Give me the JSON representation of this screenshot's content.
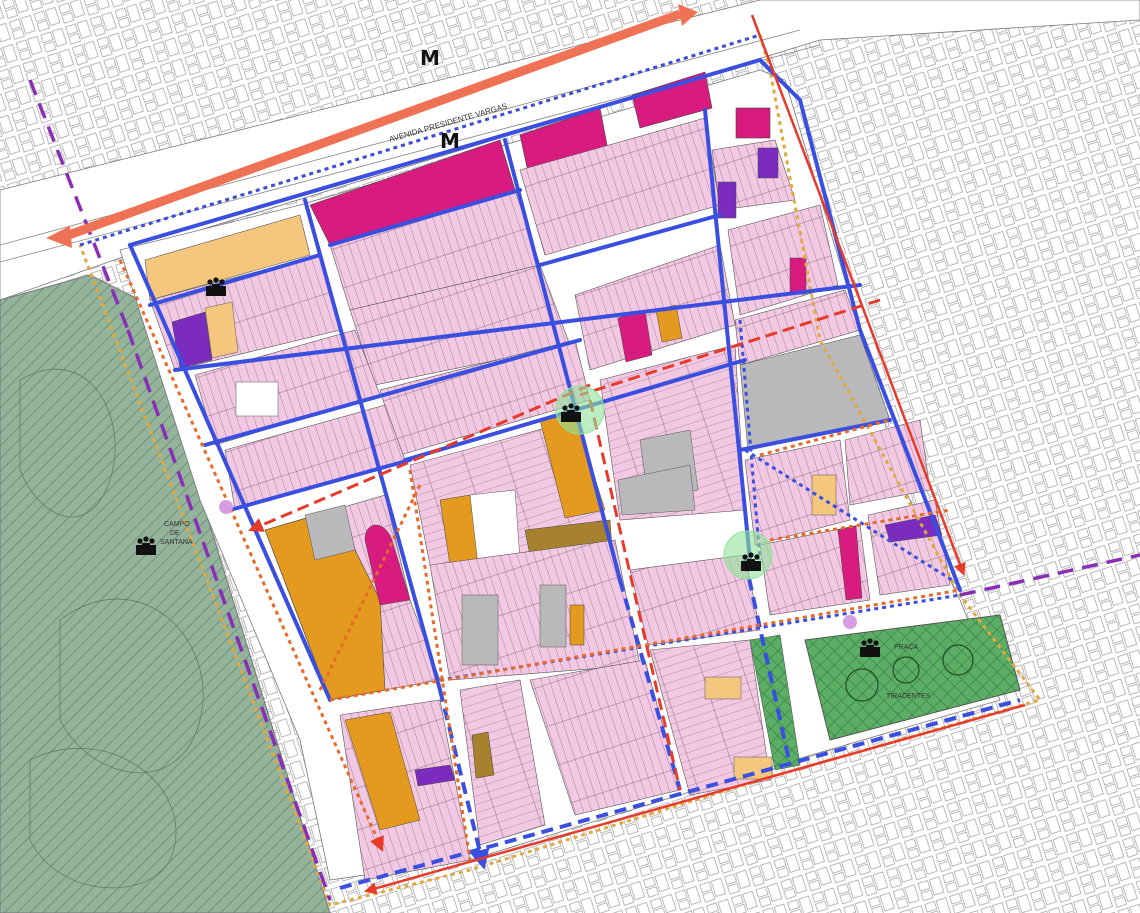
{
  "labels": {
    "metro_top": "M",
    "metro_mid": "M",
    "avenue": "AVENIDA  PRESIDENTE  VARGAS",
    "campo_1": "CAMPO",
    "campo_2": "DE",
    "campo_3": "SANTANA",
    "praca_1": "PRAÇA",
    "praca_2": "TIRADENTES"
  },
  "icons": {
    "people": "people-icon",
    "metro": "metro-icon"
  },
  "colors": {
    "residential": "#f2c6e2",
    "commercial_magenta": "#d81b7e",
    "institutional_purple": "#7b2cbf",
    "orange_use": "#e39a1f",
    "light_orange": "#f5c77e",
    "brown_use": "#a7812e",
    "grey_use": "#b9b9bc",
    "park_green": "#8fb097",
    "square_green": "#52a85c",
    "blue_route": "#3a4fe0",
    "red_route": "#e83a2a",
    "orange_route": "#e86a2a",
    "purple_route": "#8a2fb5",
    "yellow_boundary": "#e1a93f",
    "avenue_arrow": "#ef7254"
  }
}
